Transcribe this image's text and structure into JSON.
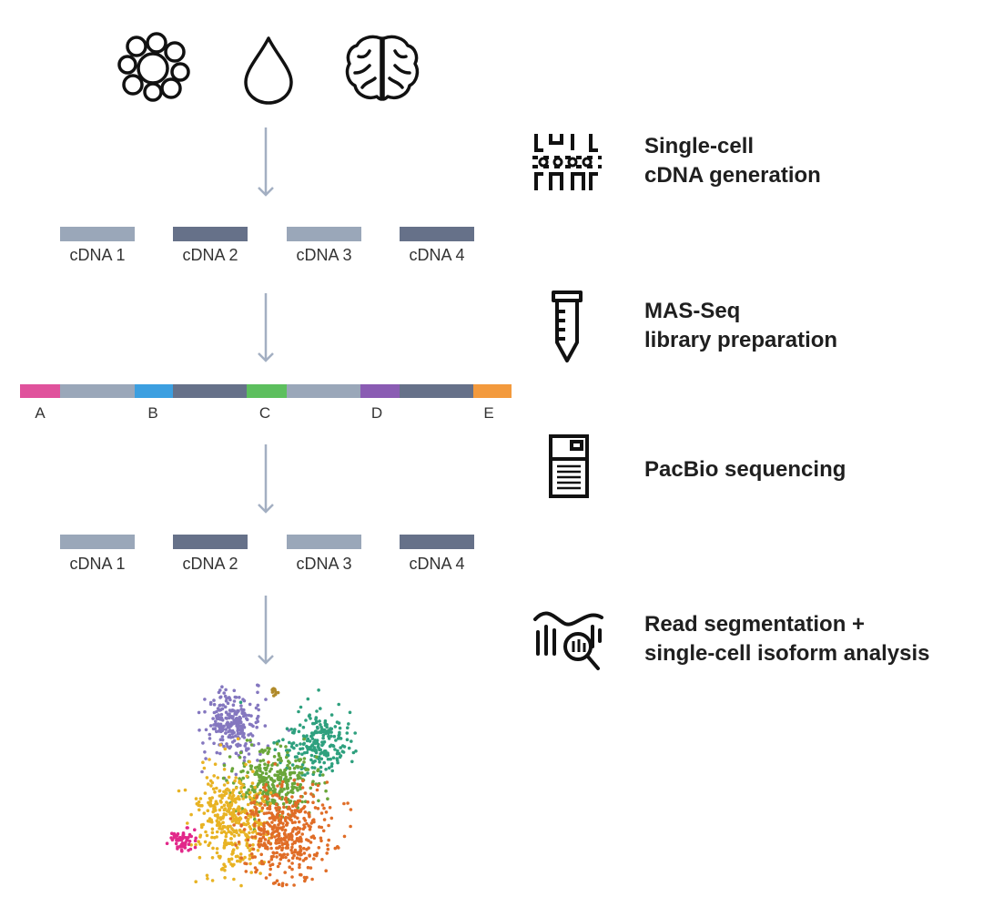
{
  "samples": {
    "icons": [
      "cell-cluster-icon",
      "droplet-icon",
      "brain-icon"
    ]
  },
  "cdna_rows": {
    "top": [
      {
        "label": "cDNA 1",
        "color": "#9aa7b9"
      },
      {
        "label": "cDNA 2",
        "color": "#667189"
      },
      {
        "label": "cDNA 3",
        "color": "#9aa7b9"
      },
      {
        "label": "cDNA 4",
        "color": "#667189"
      }
    ],
    "bottom": [
      {
        "label": "cDNA 1",
        "color": "#9aa7b9"
      },
      {
        "label": "cDNA 2",
        "color": "#667189"
      },
      {
        "label": "cDNA 3",
        "color": "#9aa7b9"
      },
      {
        "label": "cDNA 4",
        "color": "#667189"
      }
    ]
  },
  "concatemer": {
    "adapters": [
      {
        "label": "A",
        "color": "#e0529c"
      },
      {
        "label": "B",
        "color": "#3c9fe0"
      },
      {
        "label": "C",
        "color": "#5dbf5e"
      },
      {
        "label": "D",
        "color": "#8a5cb3"
      },
      {
        "label": "E",
        "color": "#f39a3d"
      }
    ],
    "inserts": [
      "#9aa7b9",
      "#667189",
      "#9aa7b9",
      "#667189"
    ]
  },
  "steps": [
    {
      "icon": "microfluidic-chip-icon",
      "line1": "Single-cell",
      "line2": "cDNA generation"
    },
    {
      "icon": "test-tube-icon",
      "line1": "MAS-Seq",
      "line2": "library preparation"
    },
    {
      "icon": "sequencer-icon",
      "line1": "PacBio sequencing",
      "line2": ""
    },
    {
      "icon": "analysis-magnifier-icon",
      "line1": "Read segmentation +",
      "line2": "single-cell isoform analysis"
    }
  ],
  "colors": {
    "arrow": "#a3afc2",
    "cluster_purple": "#8477bf",
    "cluster_teal": "#2ea07e",
    "cluster_green": "#6aa63a",
    "cluster_yellow": "#e8b324",
    "cluster_orange": "#e06d27",
    "cluster_magenta": "#e2288a",
    "cluster_brown": "#b08a2a"
  }
}
